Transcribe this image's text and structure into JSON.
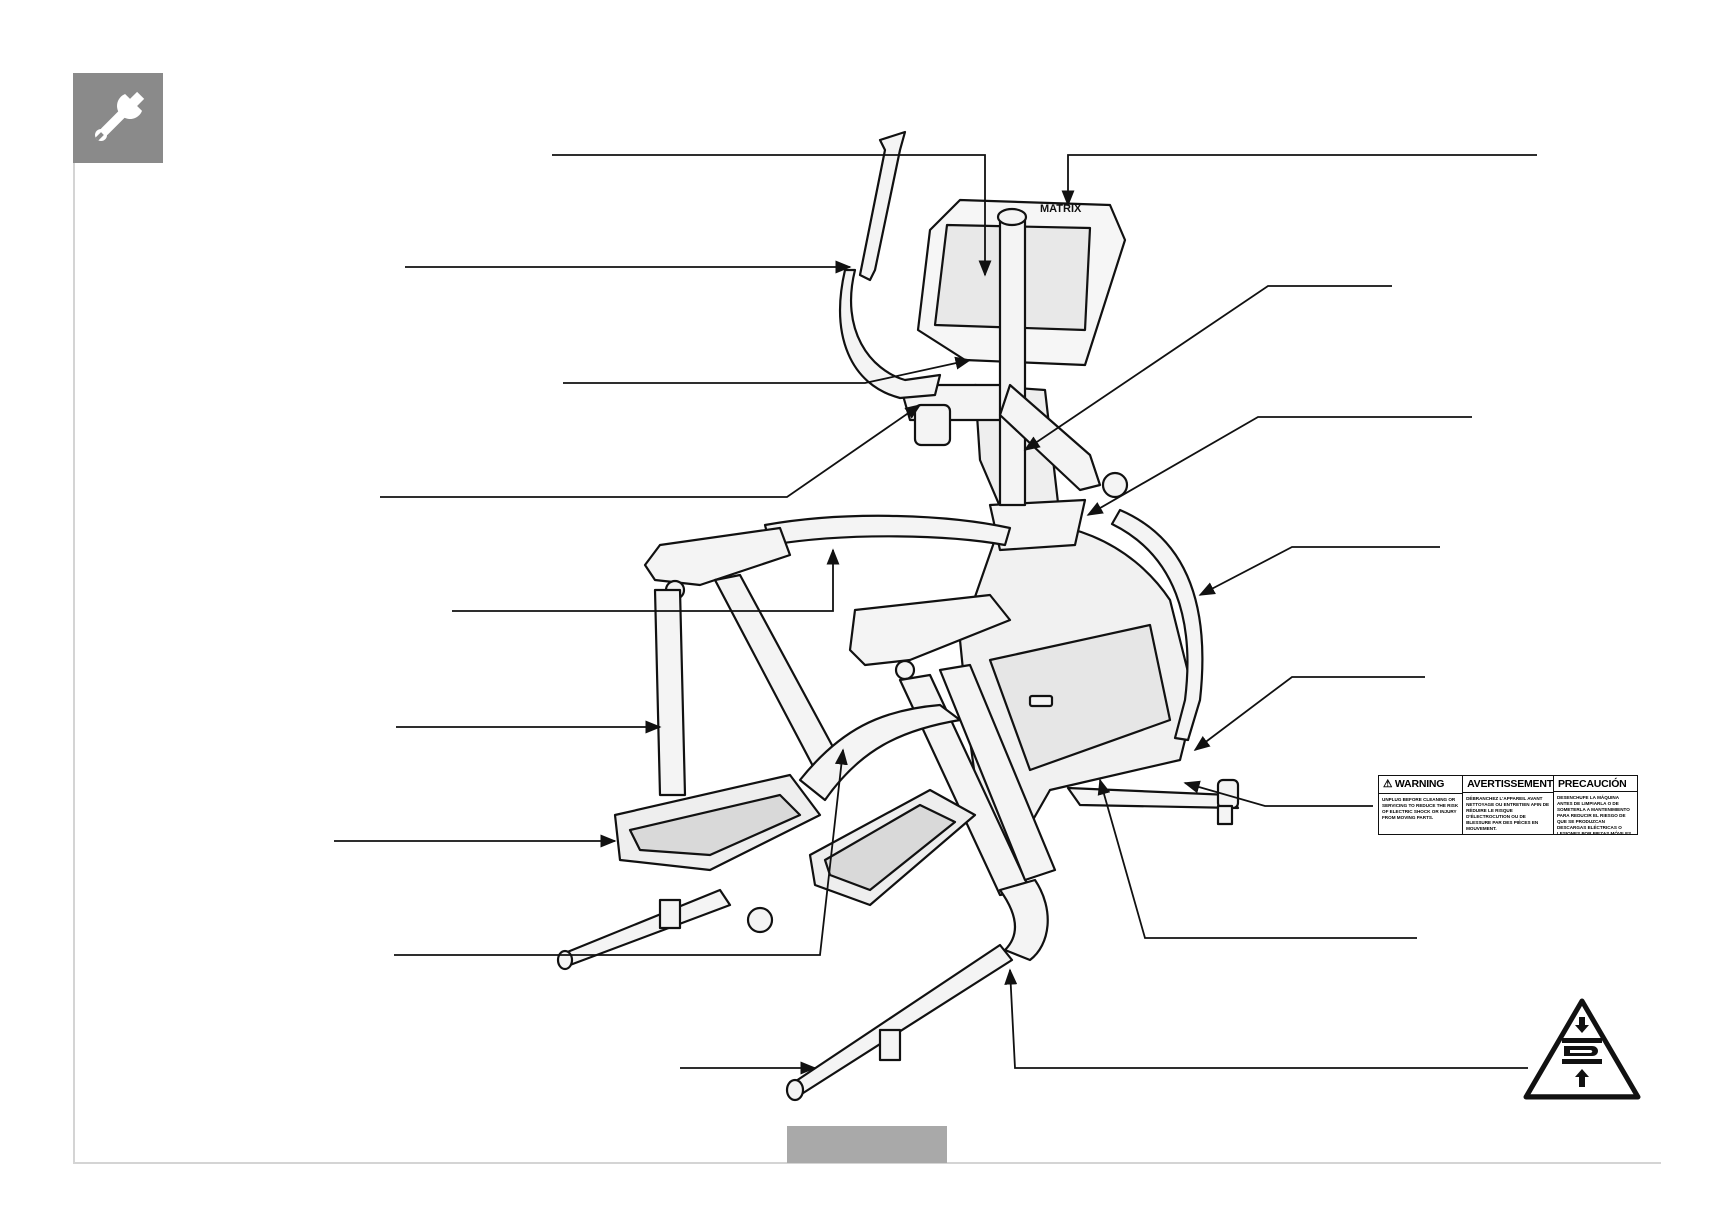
{
  "section_icon": "wrench-icon",
  "page_number": "",
  "warning_label": {
    "columns": [
      {
        "heading": "⚠ WARNING",
        "text": "UNPLUG BEFORE CLEANING OR SERVICING TO REDUCE THE RISK OF ELECTRIC SHOCK OR INJURY FROM MOVING PARTS."
      },
      {
        "heading": "AVERTISSEMENT",
        "text": "DÉBRANCHEZ L'APPAREIL AVANT NETTOYAGE OU ENTRETIEN AFIN DE RÉDUIRE LE RISQUE D'ÉLECTROCUTION OU DE BLESSURE PAR DES PIÈCES EN MOUVEMENT."
      },
      {
        "heading": "PRECAUCIÓN",
        "text": "DESENCHUFE LA MÁQUINA ANTES DE LIMPIARLA O DE SOMETERLA A MANTENIMIENTO PARA REDUCIR EL RIESGO DE QUE SE PRODUZCAN DESCARGAS ELÉCTRICAS O LESIONES POR PIEZAS MÓVILES."
      }
    ]
  },
  "console_brand": "MATRIX",
  "pinch_icon": "hand-pinch-hazard-icon",
  "colors": {
    "badge": "#8a8a8a",
    "frame": "#d4d4d4",
    "ink": "#111111",
    "machine_fill": "#f4f4f4",
    "panel_fill": "#e6e6e6"
  }
}
